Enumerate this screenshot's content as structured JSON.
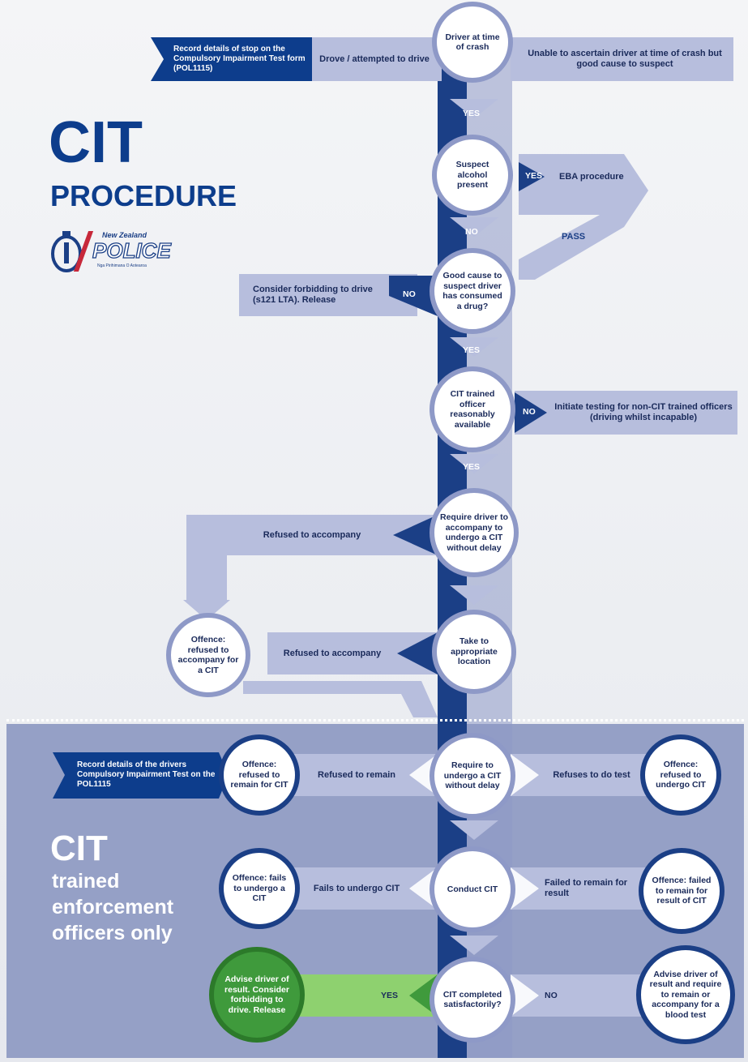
{
  "title": {
    "line1": "CIT",
    "line2": "PROCEDURE"
  },
  "logo": {
    "line1": "New Zealand",
    "line2": "POLICE",
    "line3": "Nga Pirihimana O Aotearoa"
  },
  "lower_title": {
    "line1": "CIT",
    "line2": "trained",
    "line3": "enforcement",
    "line4": "officers only"
  },
  "record_top": "Record details of stop on the Compulsory Impairment Test form (POL1115)",
  "record_bottom": "Record details of the drivers Compulsory Impairment Test on the POL1115",
  "steps": {
    "driver": "Driver at time of crash",
    "alcohol": "Suspect alcohol present",
    "drug": "Good cause to suspect driver has consumed a drug?",
    "officer": "CIT trained officer reasonably available",
    "require": "Require driver to accompany to undergo a CIT without delay",
    "take": "Take to appropriate location",
    "undergo": "Require to undergo a CIT without delay",
    "conduct": "Conduct CIT",
    "completed": "CIT completed satisfactorily?"
  },
  "branches": {
    "drove": "Drove / attempted to drive",
    "unable": "Unable to ascertain driver at time of crash but good cause to suspect",
    "eba": "EBA procedure",
    "pass": "PASS",
    "forbid": "Consider forbidding to drive (s121 LTA). Release",
    "initiate": "Initiate testing for non-CIT trained officers (driving whilst incapable)",
    "refused_acc_1": "Refused to accompany",
    "refused_acc_2": "Refused to accompany",
    "refused_remain": "Refused to remain",
    "refuses_test": "Refuses to do test",
    "fails_undergo": "Fails to undergo CIT",
    "failed_remain": "Failed to remain for result"
  },
  "outcomes": {
    "offence_accompany": "Offence: refused to accompany for a CIT",
    "offence_remain": "Offence: refused to remain for CIT",
    "offence_undergo": "Offence: refused to undergo CIT",
    "offence_fails": "Offence: fails to undergo a CIT",
    "offence_result": "Offence: failed to remain for result of CIT",
    "advise_result": "Advise driver of result. Consider forbidding to drive. Release",
    "advise_blood": "Advise driver of result and require to remain or accompany for a blood test"
  },
  "answers": {
    "yes1": "YES",
    "yes2": "YES",
    "yes3": "YES",
    "yes4": "YES",
    "yes5": "YES",
    "no1": "NO",
    "no2": "NO",
    "no3": "NO",
    "no4": "NO"
  },
  "colors": {
    "navy": "#0d3d8c",
    "spine": "#1b3f86",
    "light": "#b7bedd",
    "mid": "#8e99c7",
    "green": "#3f9a3c",
    "lower_bg": "#95a0c6"
  }
}
